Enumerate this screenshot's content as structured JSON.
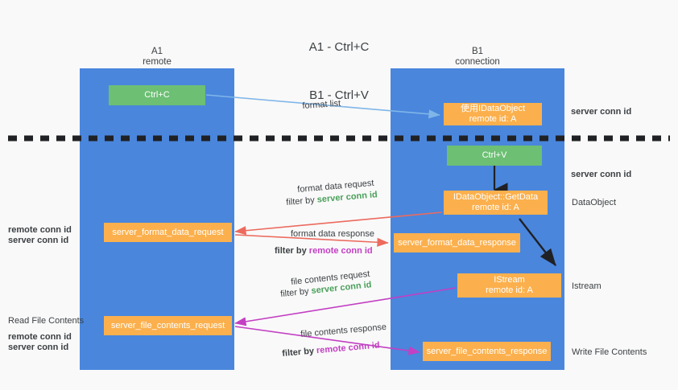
{
  "title": {
    "line1": "A1 - Ctrl+C",
    "line2": "B1 - Ctrl+V"
  },
  "columns": [
    {
      "name": "A1",
      "sub": "remote"
    },
    {
      "name": "B1",
      "sub": "connection"
    }
  ],
  "boxes": {
    "ctrl_c": "Ctrl+C",
    "ctrl_v": "Ctrl+V",
    "idataobject_create_l1": "使用IDataObject",
    "idataobject_create_l2": "remote id: A",
    "getdata_l1": "IDataObject::GetData",
    "getdata_l2": "remote id: A",
    "istream_l1": "IStream",
    "istream_l2": "remote id: A",
    "server_format_data_request": "server_format_data_request",
    "server_format_data_response": "server_format_data_response",
    "server_file_contents_request": "server_file_contents_request",
    "server_file_contents_response": "server_file_contents_response"
  },
  "arrow_labels": {
    "format_list": "format list",
    "format_data_request": "format data request",
    "format_data_request_filter_prefix": "filter by ",
    "format_data_request_filter_value": "server conn id",
    "format_data_response": "format data response",
    "format_data_response_filter_prefix": "filter by ",
    "format_data_response_filter_value": "remote conn id",
    "file_contents_request": "file contents request",
    "file_contents_request_filter_prefix": "filter by ",
    "file_contents_request_filter_value": "server conn id",
    "file_contents_response": "file contents response",
    "file_contents_response_filter_prefix": "filter by ",
    "file_contents_response_filter_value": "remote conn id"
  },
  "right_labels": {
    "server_conn_id_top": "server conn id",
    "server_conn_id_mid": "server conn id",
    "dataobject": "DataObject",
    "istream": "Istream",
    "write_file_contents": "Write File Contents"
  },
  "left_labels": {
    "remote_conn_id_1": "remote conn id",
    "server_conn_id_1": "server conn id",
    "read_file_contents": "Read File Contents",
    "remote_conn_id_2": "remote conn id",
    "server_conn_id_2": "server conn id"
  },
  "colors": {
    "lane_blue": "#4a86dc",
    "box_green": "#6cbf73",
    "box_orange": "#fbb04d",
    "green_text": "#4aa05a",
    "magenta_text": "#c33fc3",
    "arrow_light_blue": "#7fb6e8",
    "arrow_red": "#ec6a5e",
    "arrow_magenta": "#c33fc3",
    "arrow_black": "#202124",
    "background": "#f9f9f9"
  }
}
